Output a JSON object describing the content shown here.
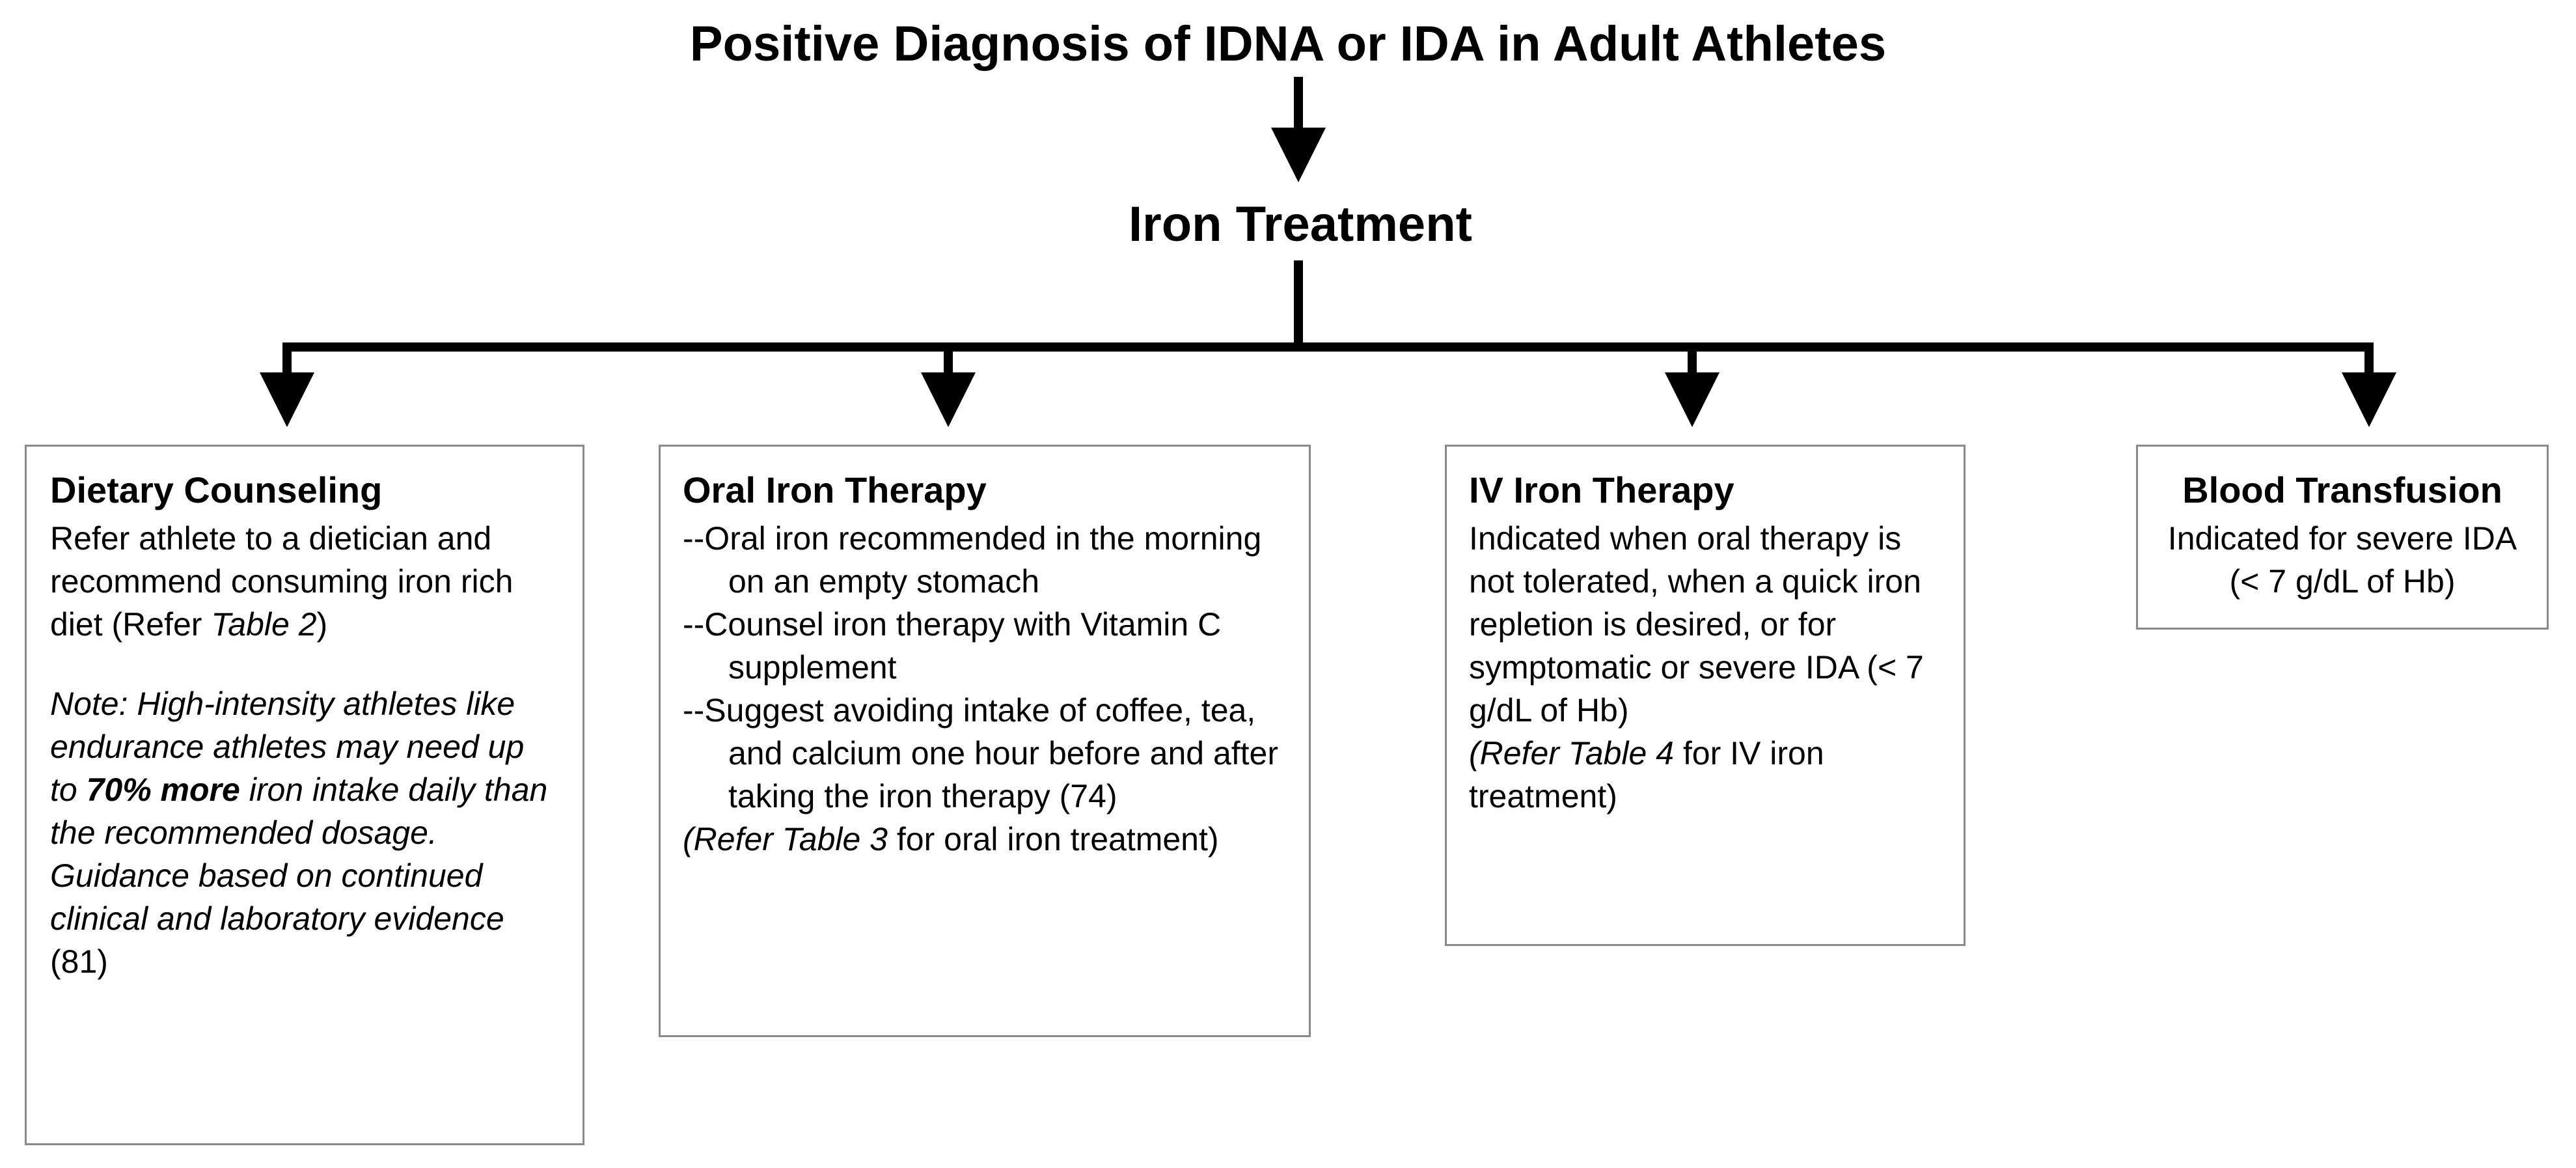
{
  "title": "Positive Diagnosis of IDNA or IDA in Adult Athletes",
  "subtitle": "Iron Treatment",
  "boxes": {
    "dietary": {
      "heading": "Dietary Counseling",
      "body_1": "Refer athlete to a dietician and recommend consuming iron rich diet (Refer ",
      "body_1_italic": "Table 2",
      "body_1_end": ")",
      "note_1": "Note: High-intensity athletes like endurance athletes may need up to ",
      "note_bold": "70% more",
      "note_2": " iron intake daily than the recommended dosage. Guidance based on continued clinical and laboratory evidence",
      "note_ref": " (81)"
    },
    "oral": {
      "heading": "Oral Iron Therapy",
      "item_1": "--Oral iron recommended in the morning on an empty stomach",
      "item_2": "--Counsel iron therapy  with Vitamin C supplement",
      "item_3": "--Suggest avoiding intake of coffee, tea, and calcium one hour before and after taking the iron therapy (74)",
      "ref_italic": "(Refer Table 3",
      "ref_rest": " for oral iron treatment)"
    },
    "iv": {
      "heading": "IV Iron Therapy",
      "body": "Indicated when oral therapy is not tolerated, when a quick iron repletion is desired, or for symptomatic or severe IDA (< 7 g/dL of Hb)",
      "ref_italic": "(Refer Table 4",
      "ref_rest": " for IV iron treatment)"
    },
    "blood": {
      "heading": "Blood Transfusion",
      "body": "Indicated for severe IDA (< 7 g/dL of Hb)"
    }
  }
}
